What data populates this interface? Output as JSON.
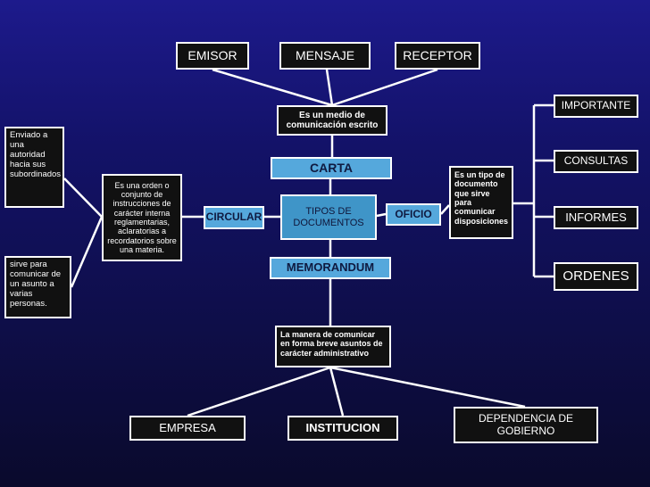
{
  "top": {
    "emisor": "EMISOR",
    "mensaje": "MENSAJE",
    "receptor": "RECEPTOR"
  },
  "carta": {
    "label": "CARTA",
    "desc": "Es un medio de comunicación escrito"
  },
  "center": {
    "label": "TIPOS DE DOCUMENTOS"
  },
  "circular": {
    "label": "CIRCULAR",
    "desc": "Es una orden o conjunto de instrucciones de carácter interna reglamentarias, aclaratorias a recordatorios sobre una materia."
  },
  "oficio": {
    "label": "OFICIO",
    "desc": "Es un tipo de documento que sirve para comunicar disposiciones"
  },
  "memorandum": {
    "label": "MEMORANDUM",
    "desc": "La manera de comunicar en forma breve asuntos de carácter administrativo"
  },
  "left_notes": {
    "note1": "Enviado a una autoridad hacia sus subordinados",
    "note2": "sirve para comunicar de un asunto a varias personas."
  },
  "right": {
    "importante": "IMPORTANTE",
    "consultas": "CONSULTAS",
    "informes": "INFORMES",
    "ordenes": "ORDENES"
  },
  "bottom": {
    "empresa": "EMPRESA",
    "institucion": "INSTITUCION",
    "dependencia": "DEPENDENCIA DE GOBIERNO"
  },
  "colors": {
    "dark_box": "#111111",
    "center_box": "#3f95c8",
    "label_box": "#55a8dc",
    "line": "#ffffff"
  }
}
